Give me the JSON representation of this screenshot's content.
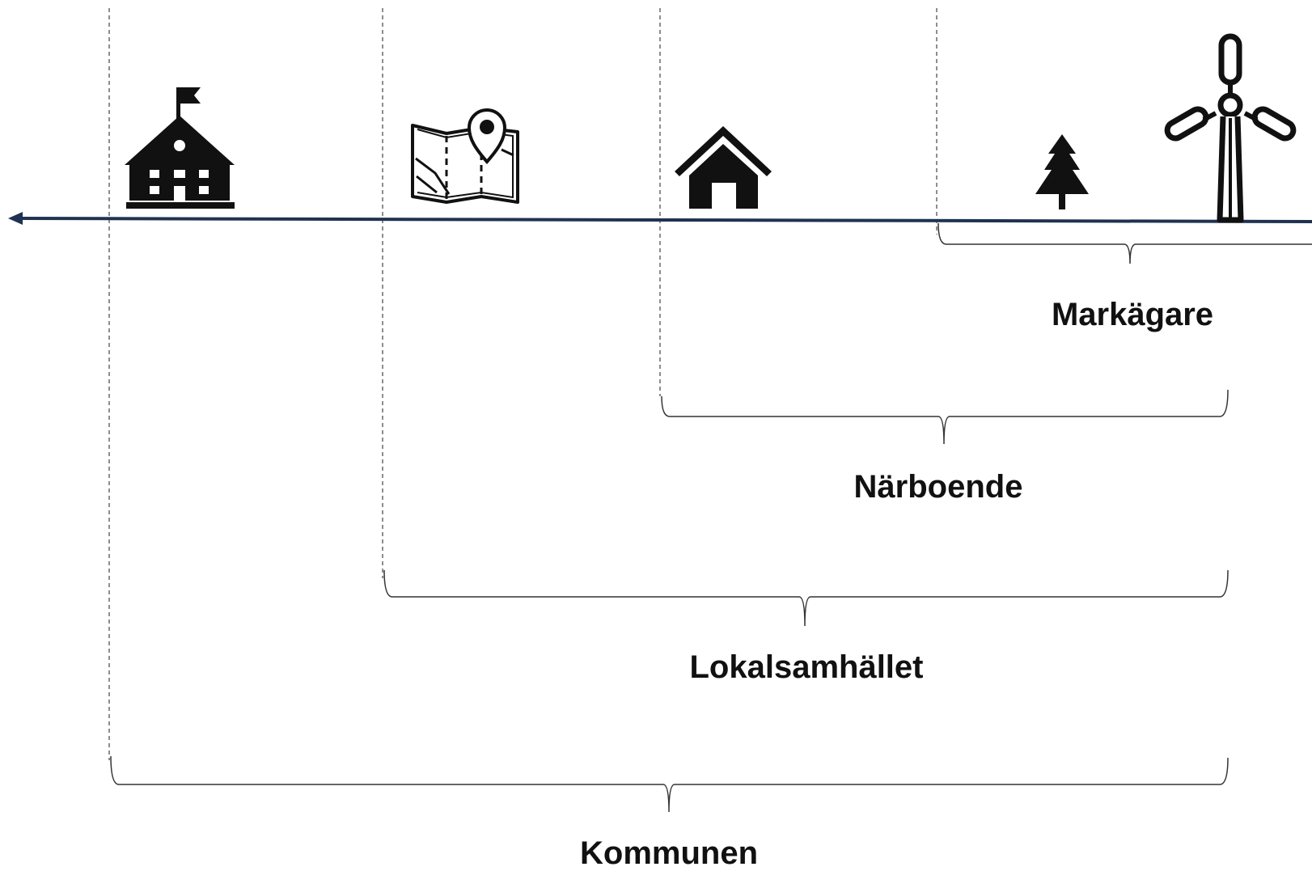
{
  "colors": {
    "axis": "#1f3350",
    "icon": "#111111",
    "bracket": "#333333",
    "guide": "#444444",
    "background": "#ffffff"
  },
  "icons": [
    "school-icon",
    "map-pin-icon",
    "house-icon",
    "tree-icon",
    "wind-turbine-icon"
  ],
  "groups": [
    {
      "id": "markagare",
      "label": "Markägare"
    },
    {
      "id": "narboende",
      "label": "Närboende"
    },
    {
      "id": "lokalsamhallet",
      "label": "Lokalsamhället"
    },
    {
      "id": "kommunen",
      "label": "Kommunen"
    }
  ]
}
